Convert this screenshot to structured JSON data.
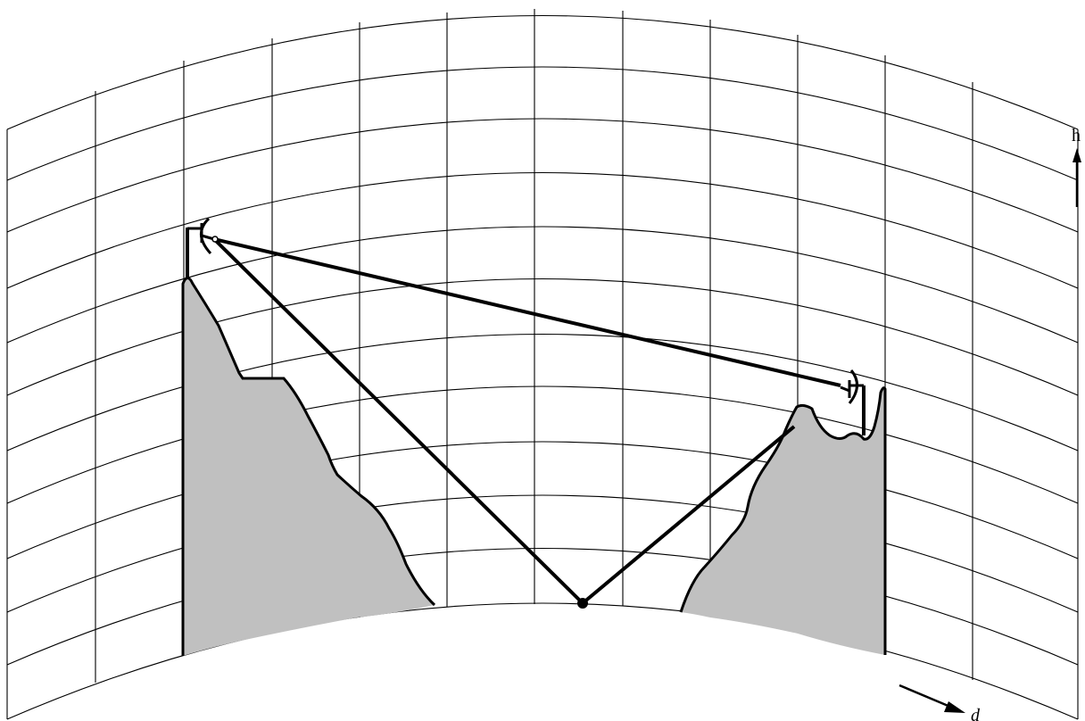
{
  "diagram": {
    "type": "earth-curvature path profile",
    "axes": {
      "vertical_label": "h",
      "horizontal_label": "d"
    },
    "colors": {
      "grid": "#000000",
      "terrain_fill": "#c0c0c0",
      "line": "#000000",
      "background": "#ffffff"
    },
    "elements": {
      "left_antenna": "dish-antenna-icon",
      "right_antenna": "dish-antenna-icon",
      "reflection_point": "dot"
    }
  }
}
